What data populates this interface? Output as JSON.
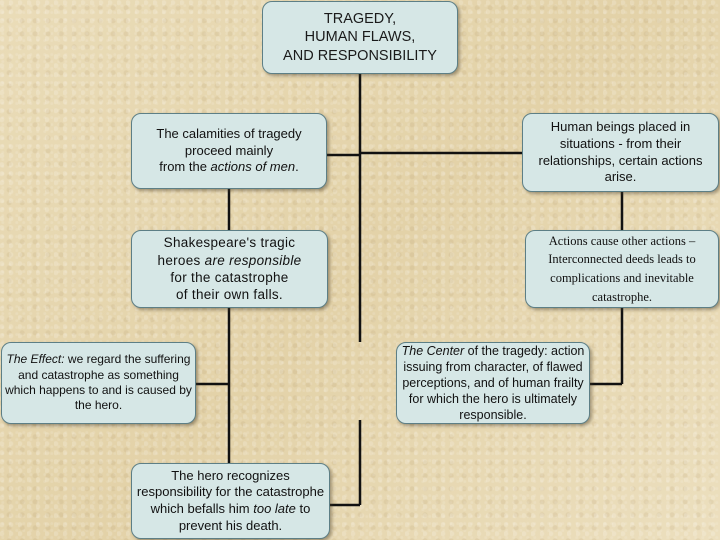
{
  "title": {
    "line1": "TRAGEDY,",
    "line2": "HUMAN FLAWS,",
    "line3": "AND RESPONSIBILITY"
  },
  "calamities": {
    "text": "The calamities of tragedy\nproceed mainly\nfrom the ",
    "italic": "actions of men",
    "end": "."
  },
  "human_beings": {
    "text": "Human beings placed in situations - from their relationships, certain actions arise."
  },
  "shakespeare": {
    "pre": "Shakespeare's tragic\nheroes ",
    "italic": "are responsible",
    "post": "\nfor the catastrophe\nof their own falls."
  },
  "actions": {
    "text": "Actions cause other actions – Interconnected deeds leads to complications and inevitable catastrophe."
  },
  "effect": {
    "italic": "The Effect:",
    "text": " we regard the suffering and catastrophe as something which happens to and is caused by the hero."
  },
  "center": {
    "italic": "The Center",
    "text": " of the tragedy: action issuing from character, of flawed perceptions, and of human frailty for which the hero is ultimately responsible."
  },
  "recognizes": {
    "text": "The hero recognizes responsibility for the catastrophe which befalls him ",
    "italic": "too late",
    "end": " to prevent his death."
  }
}
